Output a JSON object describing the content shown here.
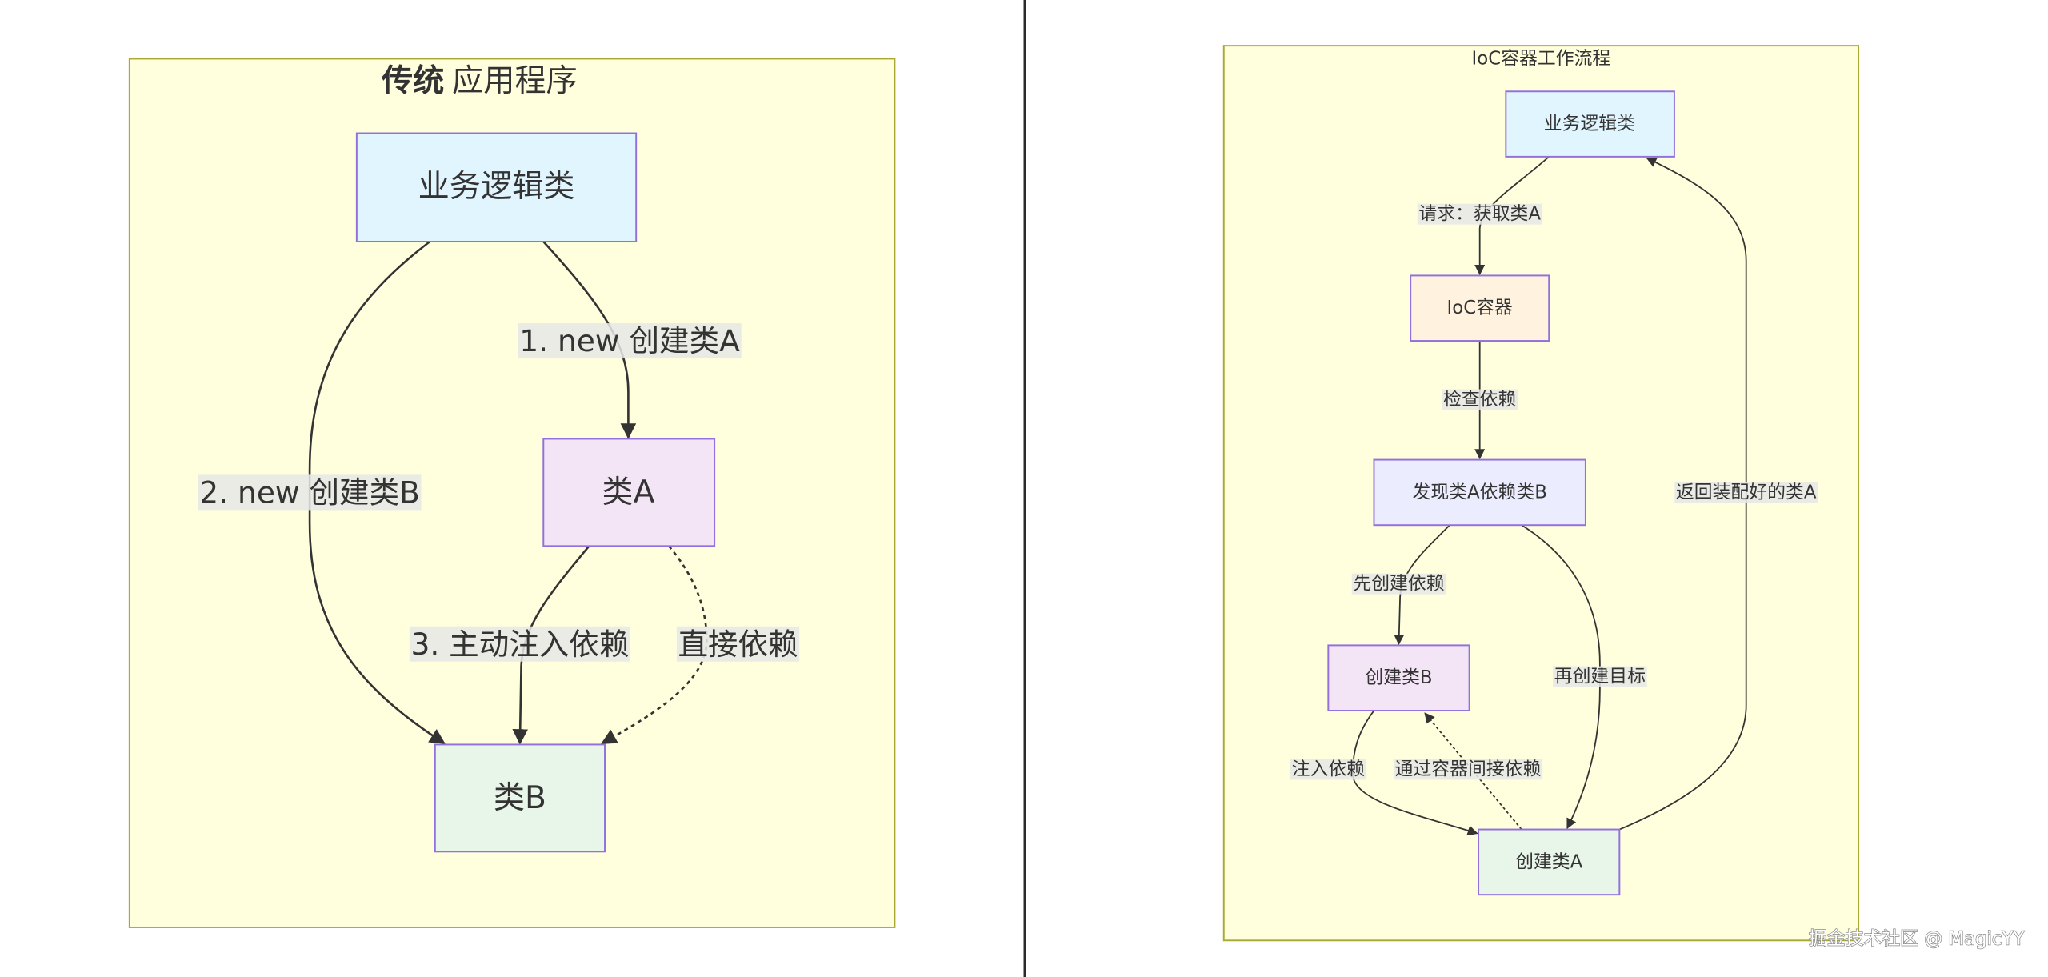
{
  "left_panel": {
    "title_bold": "传统",
    "title_rest": "应用程序",
    "nodes": {
      "business_logic": "业务逻辑类",
      "class_a": "类A",
      "class_b": "类B"
    },
    "edges": {
      "new_class_a": "1. new 创建类A",
      "new_class_b": "2. new 创建类B",
      "active_inject": "3. 主动注入依赖",
      "direct_dependency": "直接依赖"
    }
  },
  "right_panel": {
    "title": "IoC容器工作流程",
    "nodes": {
      "business_logic": "业务逻辑类",
      "ioc_container": "IoC容器",
      "discover_dependency": "发现类A依赖类B",
      "create_class_b": "创建类B",
      "create_class_a": "创建类A"
    },
    "edges": {
      "request": "请求：获取类A",
      "check_dependency": "检查依赖",
      "create_dependency_first": "先创建依赖",
      "create_target_next": "再创建目标",
      "inject_dependency": "注入依赖",
      "indirect_via_container": "通过容器间接依赖",
      "return_assembled": "返回装配好的类A"
    }
  },
  "watermark": "掘金技术社区 @ MagicYY",
  "colors": {
    "cluster_fill": "#ffffde",
    "business_logic": "#e1f5fe",
    "class_a": "#f3e5f5",
    "class_b": "#e8f5e9",
    "ioc_container": "#fff3e0",
    "discover_dependency": "#ececff",
    "create_class_b": "#f3e5f5",
    "create_class_a": "#e8f5e9"
  }
}
